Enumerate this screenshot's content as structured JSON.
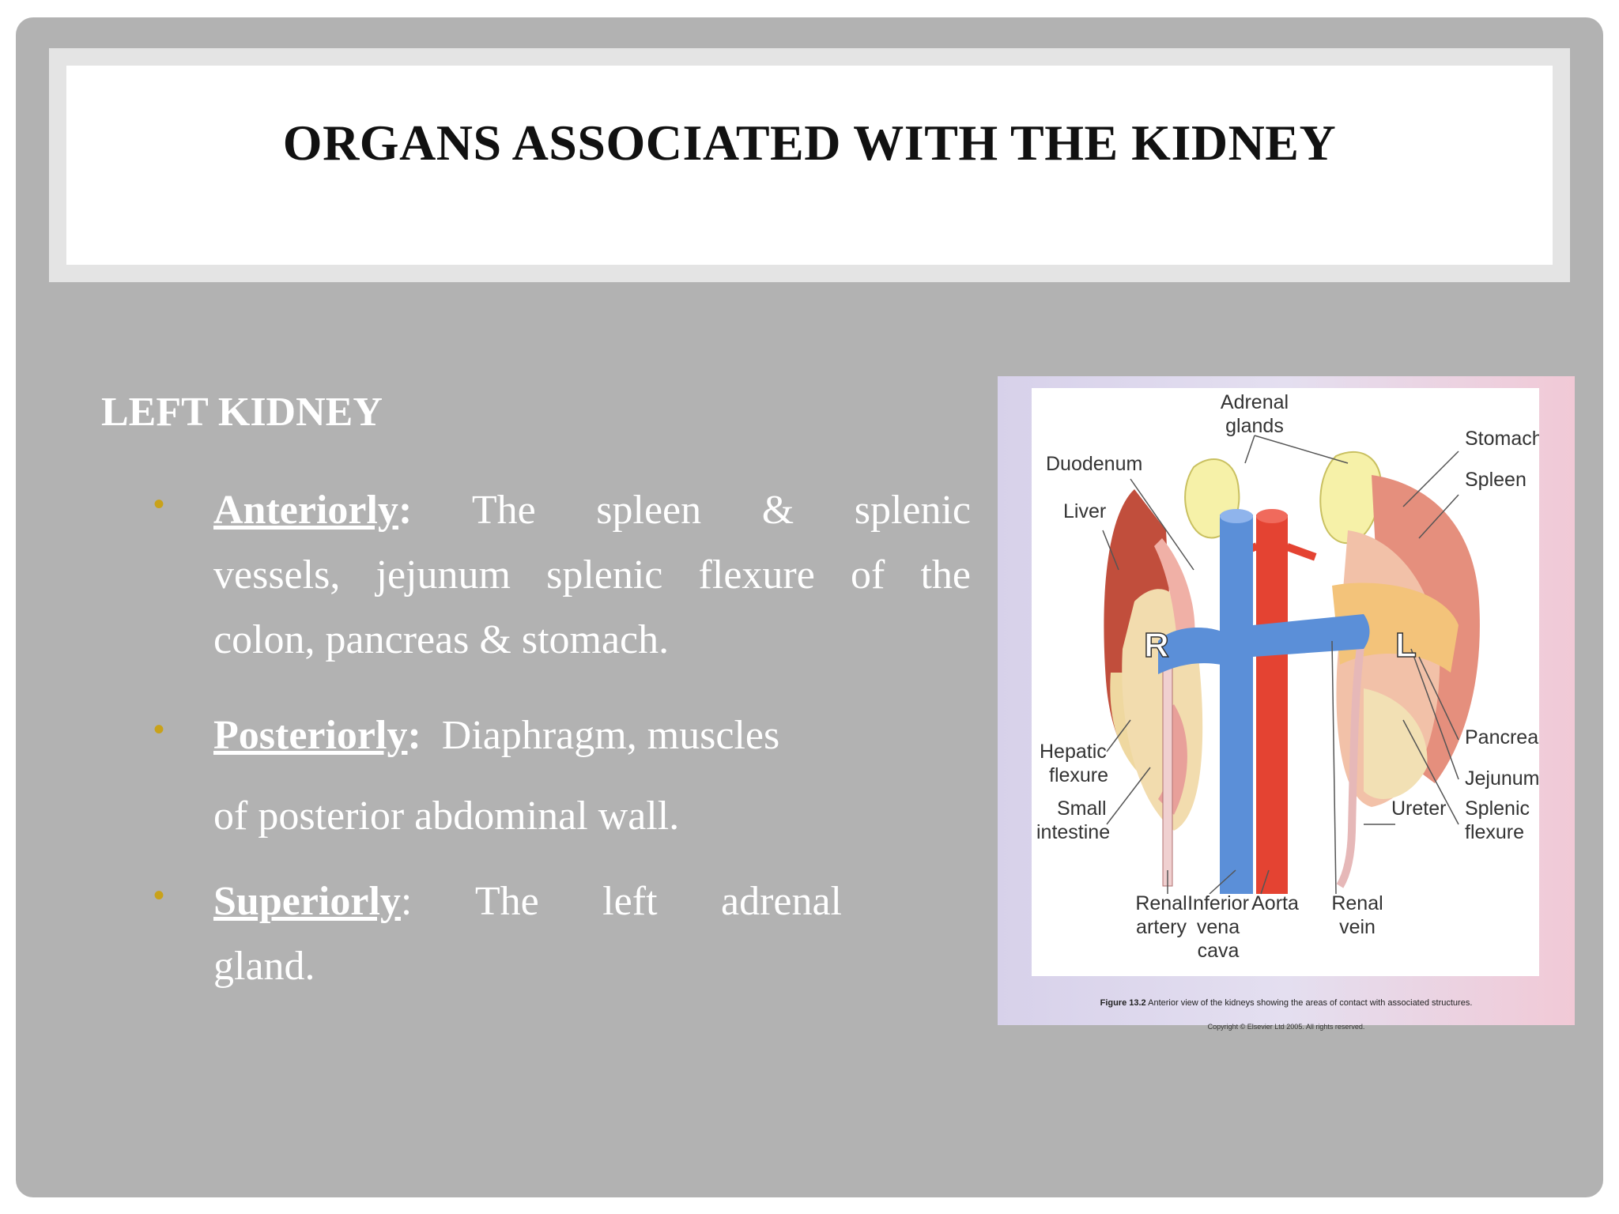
{
  "title": "ORGANS ASSOCIATED WITH THE KIDNEY",
  "subheading": "LEFT KIDNEY",
  "items": [
    {
      "term": "Anteriorly",
      "sep": ":",
      "lines": [
        "The spleen & splenic",
        "vessels, jejunum splenic flexure of the",
        "colon, pancreas & stomach."
      ]
    },
    {
      "term": "Posteriorly",
      "sep": ":",
      "lines": [
        "Diaphragm, muscles",
        "of posterior abdominal wall."
      ]
    },
    {
      "term": "Superiorly",
      "sep": ":",
      "lines": [
        "The left adrenal",
        "gland."
      ]
    }
  ],
  "figure": {
    "labels": {
      "adrenal_1": "Adrenal",
      "adrenal_2": "glands",
      "stomach": "Stomach",
      "duodenum": "Duodenum",
      "spleen": "Spleen",
      "liver": "Liver",
      "r": "R",
      "l": "L",
      "pancreas": "Pancreas",
      "hepatic_1": "Hepatic",
      "hepatic_2": "flexure",
      "jejunum": "Jejunum",
      "small_1": "Small",
      "small_2": "intestine",
      "ureter": "Ureter",
      "splenic_1": "Splenic",
      "splenic_2": "flexure",
      "renal_artery_1": "Renal",
      "renal_artery_2": "artery",
      "ivc_1": "Inferior",
      "ivc_2": "vena",
      "ivc_3": "cava",
      "aorta": "Aorta",
      "renal_vein_1": "Renal",
      "renal_vein_2": "vein"
    },
    "caption_bold": "Figure 13.2",
    "caption_rest": " Anterior view of the kidneys showing the areas of contact with associated structures.",
    "copyright": "Copyright © Elsevier Ltd 2005. All rights reserved."
  }
}
